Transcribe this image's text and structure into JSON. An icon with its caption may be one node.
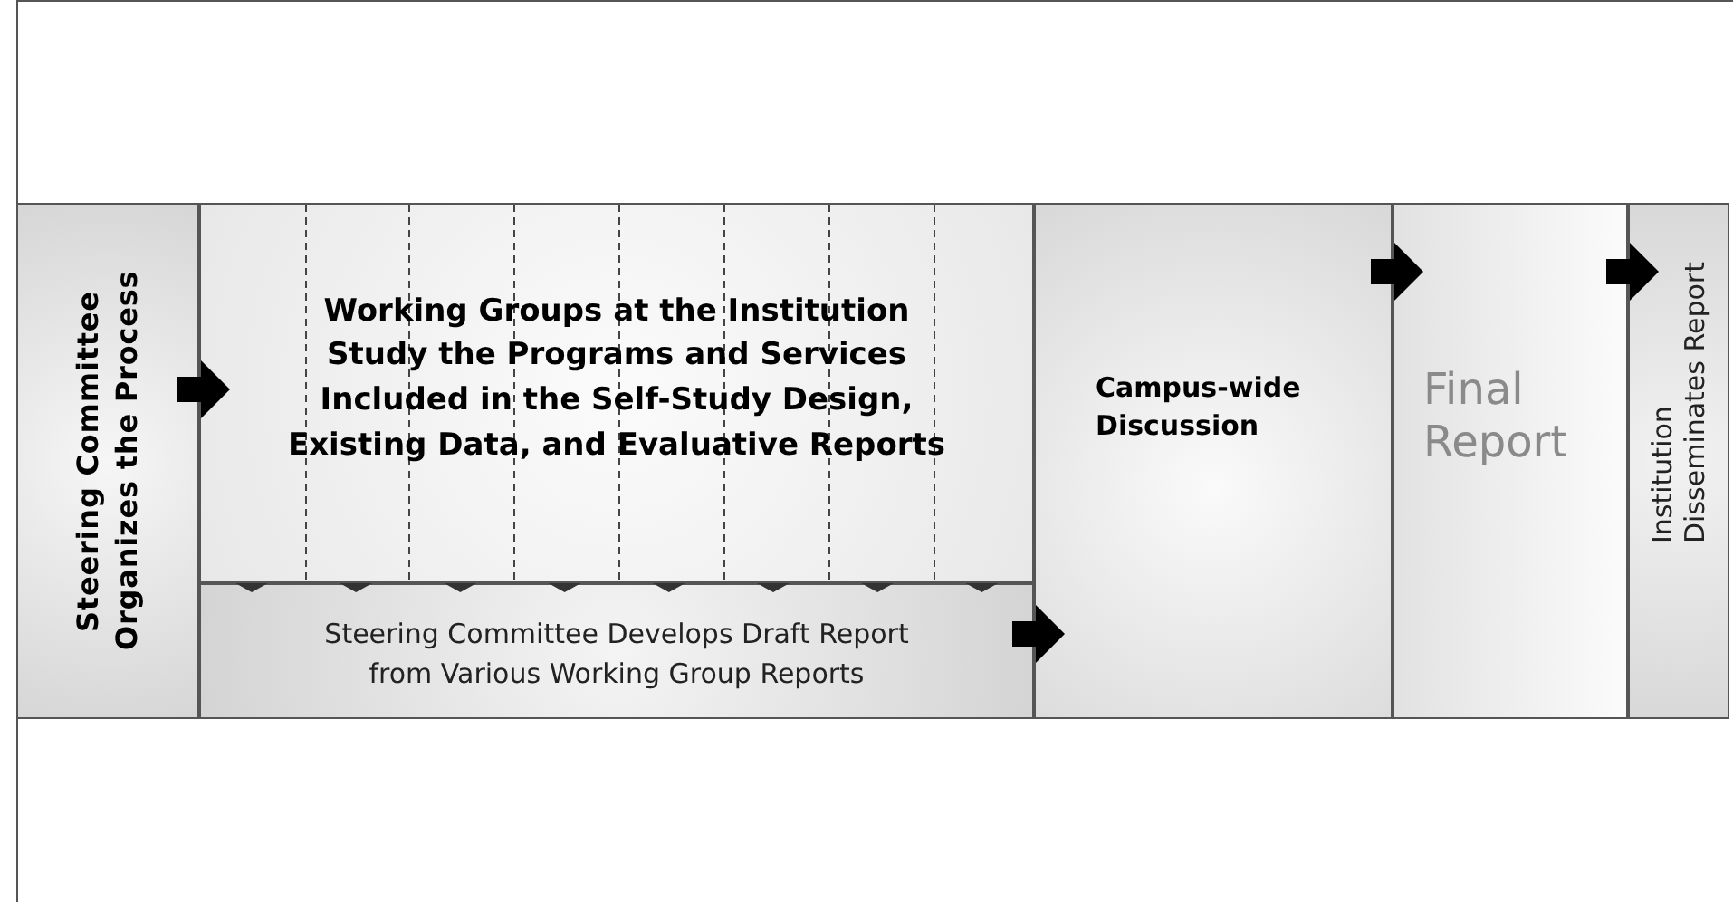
{
  "diagram": {
    "nodes": [
      {
        "text": [
          "Steering Committee Organizes the Process"
        ]
      },
      {
        "text": [
          "Working Groups at the Institution Study the Programs and Services Included in the Self-Study Design, Existing Data, and Evaluative Reports"
        ]
      },
      {
        "text": [
          "Steering Committee Develops Draft Report from Various Working Group Reports"
        ]
      },
      {
        "text": [
          "Campus-wide Discussion"
        ]
      },
      {
        "text": [
          "Final Report"
        ]
      },
      {
        "text": [
          "Institution Disseminates Report"
        ]
      }
    ],
    "edges": [
      {
        "from": 0,
        "to": 1,
        "arrow": "to"
      },
      {
        "from": 2,
        "to": 3,
        "arrow": "to"
      },
      {
        "from": 3,
        "to": 4,
        "arrow": "to"
      },
      {
        "from": 4,
        "to": 5,
        "arrow": "to"
      }
    ]
  }
}
